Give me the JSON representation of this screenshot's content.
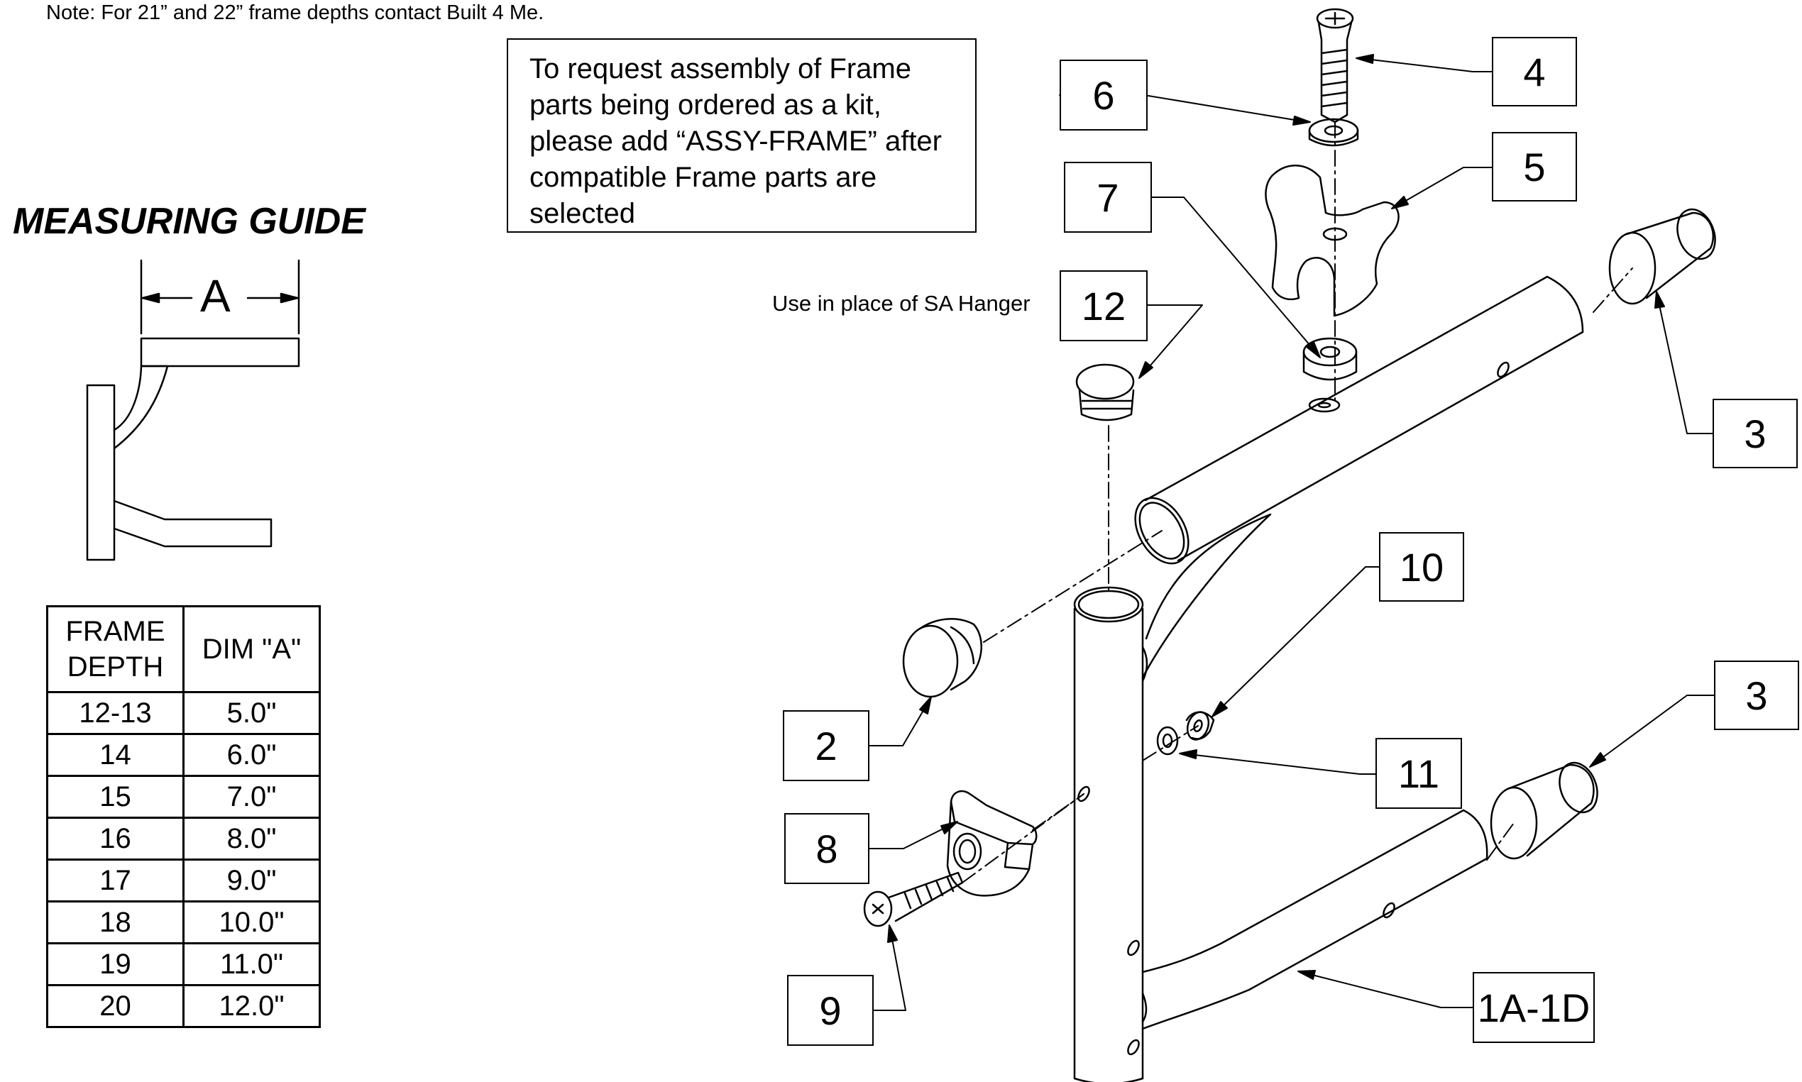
{
  "note": "Note: For 21” and 22” frame depths contact Built 4 Me.",
  "assembly_box": {
    "lines": [
      "To request assembly of Frame",
      "parts being ordered as a kit,",
      "please add “ASSY-FRAME” after",
      "compatible Frame parts are",
      "selected"
    ]
  },
  "measuring_guide": {
    "title": "MEASURING GUIDE",
    "dimension_label": "A"
  },
  "table": {
    "header": {
      "col1_line1": "FRAME",
      "col1_line2": "DEPTH",
      "col2": "DIM \"A\""
    },
    "rows": [
      {
        "depth": "12-13",
        "dim": "5.0\""
      },
      {
        "depth": "14",
        "dim": "6.0\""
      },
      {
        "depth": "15",
        "dim": "7.0\""
      },
      {
        "depth": "16",
        "dim": "8.0\""
      },
      {
        "depth": "17",
        "dim": "9.0\""
      },
      {
        "depth": "18",
        "dim": "10.0\""
      },
      {
        "depth": "19",
        "dim": "11.0\""
      },
      {
        "depth": "20",
        "dim": "12.0\""
      }
    ]
  },
  "hanger_note": "Use in place of SA Hanger",
  "callouts": {
    "c4": "4",
    "c6": "6",
    "c5": "5",
    "c7": "7",
    "c12": "12",
    "c3_top": "3",
    "c10": "10",
    "c3_bottom": "3",
    "c2": "2",
    "c11": "11",
    "c8": "8",
    "c9": "9",
    "c1a1d": "1A-1D"
  },
  "colors": {
    "line": "#000000",
    "background": "#ffffff"
  }
}
